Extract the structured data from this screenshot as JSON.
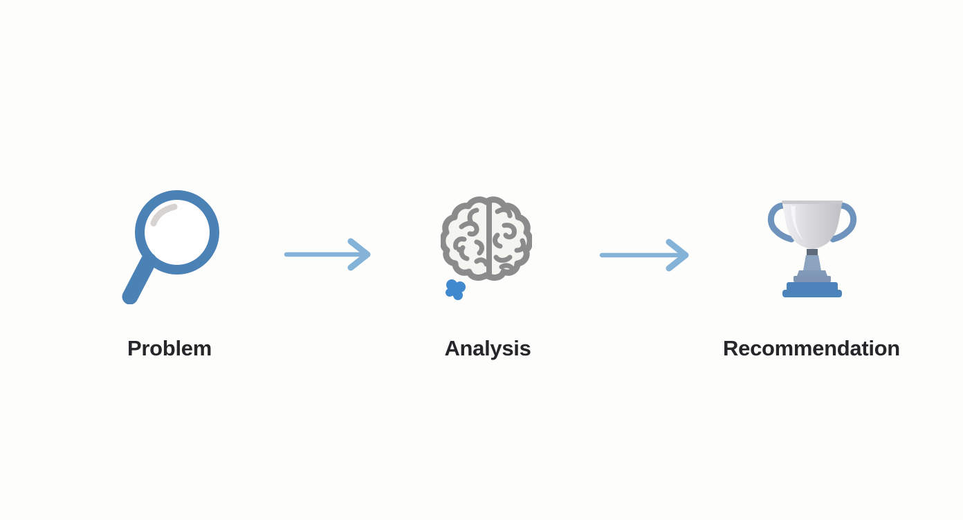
{
  "diagram": {
    "type": "process-flow",
    "background_color": "#fdfdfc",
    "label_color": "#26262a",
    "steps": [
      {
        "label": "Problem",
        "icon": "magnifier-icon",
        "icon_color": "#4a82b6"
      },
      {
        "label": "Analysis",
        "icon": "brain-icon",
        "icon_color": "#8b8b8b",
        "accent_color": "#4189cf"
      },
      {
        "label": "Recommendation",
        "icon": "trophy-icon",
        "icon_color": "#4c83ba",
        "cup_color": "#c2c2c7"
      }
    ],
    "connectors": [
      {
        "type": "arrow-right",
        "color": "#85b3d8"
      },
      {
        "type": "arrow-right",
        "color": "#85b3d8"
      }
    ]
  }
}
